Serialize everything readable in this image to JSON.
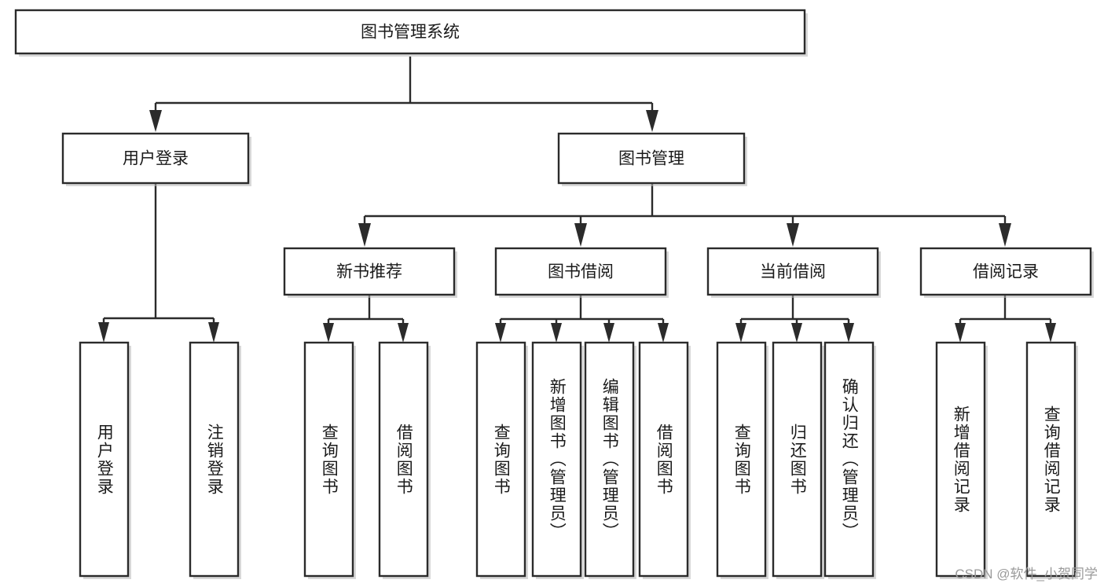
{
  "diagram": {
    "type": "tree-hierarchy-chart",
    "title": "图书管理系统",
    "orientation": "top-down",
    "colors": {
      "box_fill": "#ffffff",
      "box_stroke": "#2b2b2b",
      "text": "#1a1a1a",
      "shadow": "#b8b8b8",
      "background": "#ffffff",
      "watermark": "#9a9a9a"
    },
    "levels": [
      {
        "level": 1,
        "nodes": [
          {
            "id": "root",
            "label": "图书管理系统",
            "orientation": "horizontal"
          }
        ]
      },
      {
        "level": 2,
        "nodes": [
          {
            "id": "login",
            "label": "用户登录",
            "orientation": "horizontal",
            "parent": "root"
          },
          {
            "id": "bookmgmt",
            "label": "图书管理",
            "orientation": "horizontal",
            "parent": "root"
          }
        ]
      },
      {
        "level": 3,
        "nodes": [
          {
            "id": "newbook",
            "label": "新书推荐",
            "orientation": "horizontal",
            "parent": "bookmgmt"
          },
          {
            "id": "borrow",
            "label": "图书借阅",
            "orientation": "horizontal",
            "parent": "bookmgmt"
          },
          {
            "id": "current",
            "label": "当前借阅",
            "orientation": "horizontal",
            "parent": "bookmgmt"
          },
          {
            "id": "records",
            "label": "借阅记录",
            "orientation": "horizontal",
            "parent": "bookmgmt"
          }
        ]
      },
      {
        "level": 4,
        "nodes": [
          {
            "id": "leaf1",
            "label": "用户登录",
            "orientation": "vertical",
            "parent": "login"
          },
          {
            "id": "leaf2",
            "label": "注销登录",
            "orientation": "vertical",
            "parent": "login"
          },
          {
            "id": "leaf3",
            "label": "查询图书",
            "orientation": "vertical",
            "parent": "newbook"
          },
          {
            "id": "leaf4",
            "label": "借阅图书",
            "orientation": "vertical",
            "parent": "newbook"
          },
          {
            "id": "leaf5",
            "label": "查询图书",
            "orientation": "vertical",
            "parent": "borrow"
          },
          {
            "id": "leaf6",
            "label": "新增图书（管理员）",
            "orientation": "vertical",
            "parent": "borrow"
          },
          {
            "id": "leaf7",
            "label": "编辑图书（管理员）",
            "orientation": "vertical",
            "parent": "borrow"
          },
          {
            "id": "leaf8",
            "label": "借阅图书",
            "orientation": "vertical",
            "parent": "borrow"
          },
          {
            "id": "leaf9",
            "label": "查询图书",
            "orientation": "vertical",
            "parent": "current"
          },
          {
            "id": "leaf10",
            "label": "归还图书",
            "orientation": "vertical",
            "parent": "current"
          },
          {
            "id": "leaf11",
            "label": "确认归还（管理员）",
            "orientation": "vertical",
            "parent": "current"
          },
          {
            "id": "leaf12",
            "label": "新增借阅记录",
            "orientation": "vertical",
            "parent": "records"
          },
          {
            "id": "leaf13",
            "label": "查询借阅记录",
            "orientation": "vertical",
            "parent": "records"
          }
        ]
      }
    ]
  },
  "watermark": {
    "text": "CSDN @软件_小贺同学"
  }
}
